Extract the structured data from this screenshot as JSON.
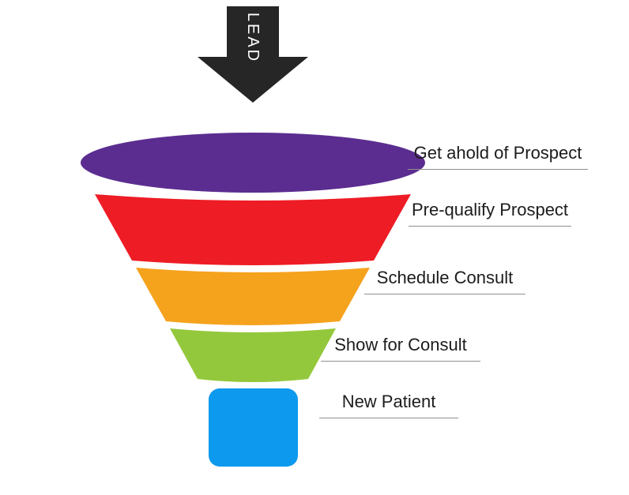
{
  "arrow": {
    "label": "LEAD",
    "color": "#262626",
    "text_color": "#ffffff"
  },
  "funnel": {
    "stages": [
      {
        "label": "Get ahold of Prospect",
        "color": "#5b2d90",
        "shape": "ellipse"
      },
      {
        "label": "Pre-qualify Prospect",
        "color": "#ee1c25",
        "shape": "band"
      },
      {
        "label": "Schedule Consult",
        "color": "#f5a21d",
        "shape": "band"
      },
      {
        "label": "Show for Consult",
        "color": "#94c83c",
        "shape": "band"
      },
      {
        "label": "New Patient",
        "color": "#0d99ee",
        "shape": "rounded-rect"
      }
    ]
  }
}
